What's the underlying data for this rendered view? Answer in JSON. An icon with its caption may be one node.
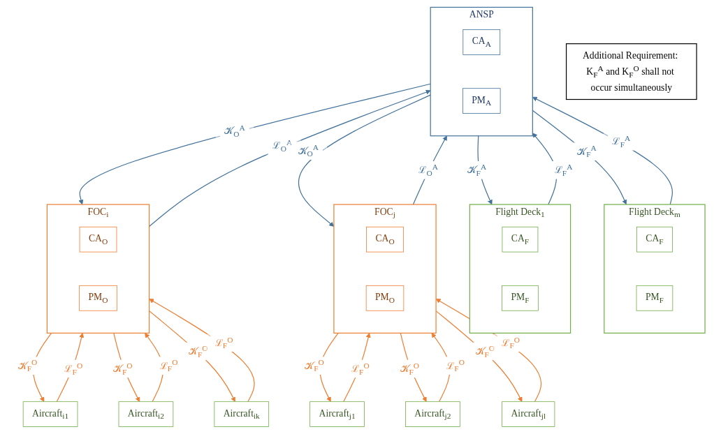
{
  "diagram": {
    "nodes": [
      {
        "text": [
          "ANSP"
        ]
      },
      {
        "text": [
          "CA$_{A}$"
        ],
        "in": 0
      },
      {
        "text": [
          "PM$_{A}$"
        ],
        "in": 0
      },
      {
        "text": [
          "FOC$_{i}$"
        ]
      },
      {
        "text": [
          "CA$_{O}$"
        ],
        "in": 3
      },
      {
        "text": [
          "PM$_{O}$"
        ],
        "in": 3
      },
      {
        "text": [
          "FOC$_{j}$"
        ]
      },
      {
        "text": [
          "CA$_{O}$"
        ],
        "in": 6
      },
      {
        "text": [
          "PM$_{O}$"
        ],
        "in": 6
      },
      {
        "text": [
          "Flight Deck$_{1}$"
        ]
      },
      {
        "text": [
          "CA$_{F}$"
        ],
        "in": 9
      },
      {
        "text": [
          "PM$_{F}$"
        ],
        "in": 9
      },
      {
        "text": [
          "Flight Deck$_{m}$"
        ]
      },
      {
        "text": [
          "CA$_{F}$"
        ],
        "in": 12
      },
      {
        "text": [
          "PM$_{F}$"
        ],
        "in": 12
      },
      {
        "text": [
          "Aircraft$_{i1}$"
        ]
      },
      {
        "text": [
          "Aircraft$_{i2}$"
        ]
      },
      {
        "text": [
          "Aircraft$_{ik}$"
        ]
      },
      {
        "text": [
          "Aircraft$_{j1}$"
        ]
      },
      {
        "text": [
          "Aircraft$_{j2}$"
        ]
      },
      {
        "text": [
          "Aircraft$_{jl}$"
        ]
      },
      {
        "text": [
          "Additional Requirement: K$_{F}$$^{A}$ and K$_{F}$$^{O}$ shall not occur simultaneously"
        ]
      }
    ],
    "edges": [
      {
        "from": 0,
        "to": 3,
        "arrow": "to",
        "label": "𝒦$_{O}$$^{A}$",
        "color": "#41719c"
      },
      {
        "from": 3,
        "to": 0,
        "arrow": "to",
        "label": "ℒ$_{O}$$^{A}$",
        "color": "#41719c"
      },
      {
        "from": 0,
        "to": 6,
        "arrow": "to",
        "label": "𝒦$_{O}$$^{A}$",
        "color": "#41719c"
      },
      {
        "from": 6,
        "to": 0,
        "arrow": "to",
        "label": "ℒ$_{O}$$^{A}$",
        "color": "#41719c"
      },
      {
        "from": 0,
        "to": 9,
        "arrow": "to",
        "label": "𝒦$_{F}$$^{A}$",
        "color": "#41719c"
      },
      {
        "from": 9,
        "to": 0,
        "arrow": "to",
        "label": "ℒ$_{F}$$^{A}$",
        "color": "#41719c"
      },
      {
        "from": 0,
        "to": 12,
        "arrow": "to",
        "label": "𝒦$_{F}$$^{A}$",
        "color": "#41719c"
      },
      {
        "from": 12,
        "to": 0,
        "arrow": "to",
        "label": "ℒ$_{F}$$^{A}$",
        "color": "#41719c"
      },
      {
        "from": 3,
        "to": 15,
        "arrow": "to",
        "label": "𝒦$_{F}$$^{O}$"
      },
      {
        "from": 15,
        "to": 3,
        "arrow": "to",
        "label": "ℒ$_{F}$$^{O}$"
      },
      {
        "from": 3,
        "to": 16,
        "arrow": "to",
        "label": "𝒦$_{F}$$^{O}$"
      },
      {
        "from": 16,
        "to": 3,
        "arrow": "to",
        "label": "ℒ$_{F}$$^{O}$"
      },
      {
        "from": 3,
        "to": 17,
        "arrow": "to",
        "label": "𝒦$_{F}$$^{O}$"
      },
      {
        "from": 17,
        "to": 3,
        "arrow": "to",
        "label": "ℒ$_{F}$$^{O}$"
      },
      {
        "from": 6,
        "to": 18,
        "arrow": "to",
        "label": "𝒦$_{F}$$^{O}$"
      },
      {
        "from": 18,
        "to": 6,
        "arrow": "to",
        "label": "ℒ$_{F}$$^{O}$"
      },
      {
        "from": 6,
        "to": 19,
        "arrow": "to",
        "label": "𝒦$_{F}$$^{O}$"
      },
      {
        "from": 19,
        "to": 6,
        "arrow": "to",
        "label": "ℒ$_{F}$$^{O}$"
      },
      {
        "from": 6,
        "to": 20,
        "arrow": "to",
        "label": "𝒦$_{F}$$^{O}$"
      },
      {
        "from": 20,
        "to": 6,
        "arrow": "to",
        "label": "ℒ$_{F}$$^{O}$"
      }
    ]
  }
}
